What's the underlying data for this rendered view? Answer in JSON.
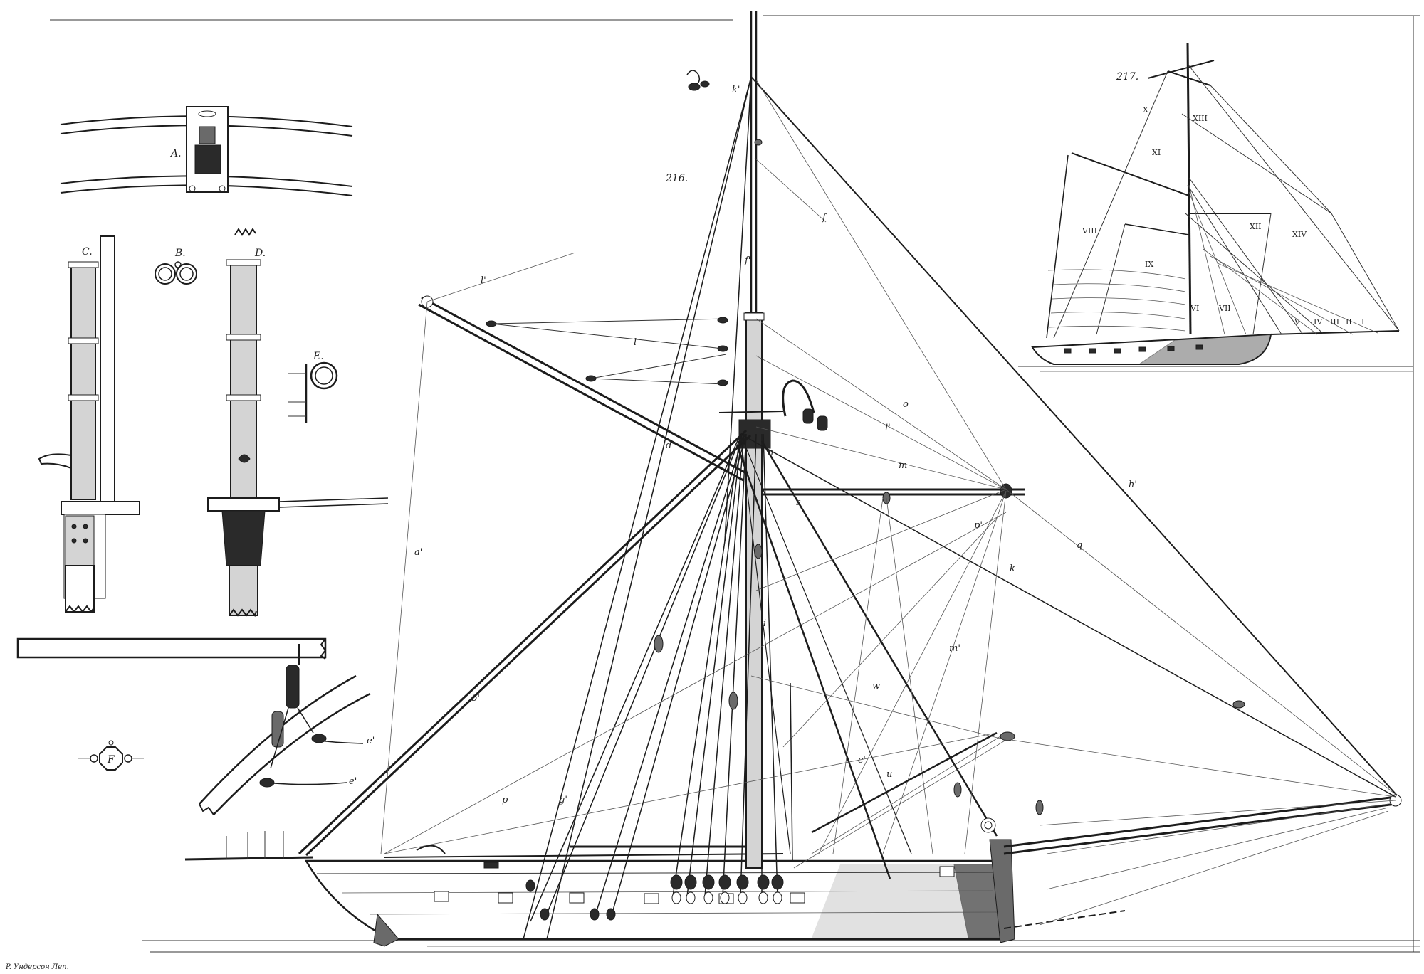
{
  "figures": {
    "main_number": "216.",
    "small_number": "217.",
    "detail_A": "A.",
    "detail_B": "B.",
    "detail_C": "C.",
    "detail_D": "D.",
    "detail_E": "E.",
    "detail_F": "F"
  },
  "main_labels": {
    "k1": "k'",
    "f1": "f",
    "f2": "f'",
    "l1": "l'",
    "l": "l",
    "d1": "d'",
    "a1": "a'",
    "b1": "b'",
    "p": "p",
    "g1": "g'",
    "o": "o",
    "i1": "i'",
    "m": "m",
    "q": "q",
    "h1": "h'",
    "k": "k",
    "p1": "p'",
    "n": "n",
    "s": "s",
    "w": "w",
    "u": "u",
    "m1": "m'",
    "i": "i",
    "c1": "c'",
    "e1": "e'",
    "e2": "e'"
  },
  "sail_numerals": [
    "X",
    "XI",
    "XIII",
    "VIII",
    "IX",
    "XII",
    "XIV",
    "VI",
    "VII",
    "V",
    "IV",
    "III",
    "II",
    "I"
  ],
  "engraver_signature": "P. Ундерсон Леп."
}
